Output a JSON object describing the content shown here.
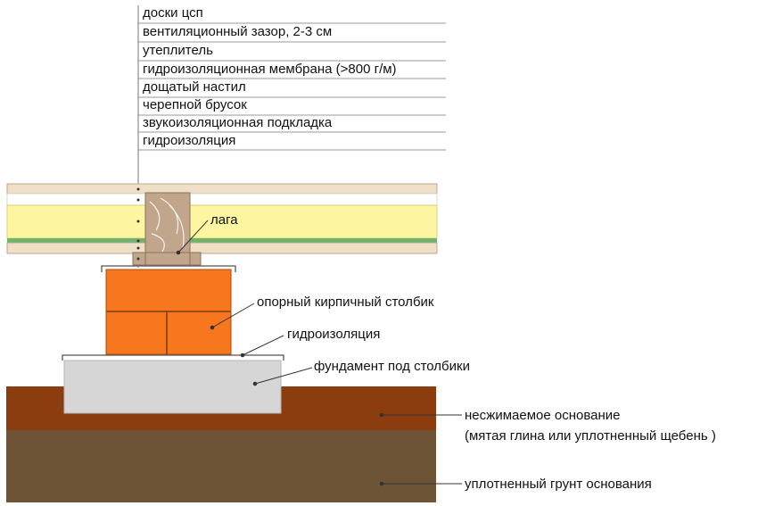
{
  "layers_legend": {
    "items": [
      "доски цсп",
      "вентиляционный зазор, 2-3 см",
      "утеплитель",
      "гидроизоляционная мембрана (>800 г/м)",
      "дощатый настил",
      "черепной брусок",
      "звукоизоляционная подкладка",
      "гидроизоляция"
    ]
  },
  "callouts": {
    "joist": "лага",
    "brick_pillar": "опорный кирпичный столбик",
    "waterproofing": "гидроизоляция",
    "foundation": "фундамент под столбики",
    "base_line1": "несжимаемое основание",
    "base_line2": "(мятая глина или уплотненный щебень )",
    "compacted_soil": "уплотненный грунт основания"
  },
  "colors": {
    "board_top": "#eedfc6",
    "insulation": "#fdf59f",
    "membrane": "#6fb46a",
    "joist": "#c1a68c",
    "brick": "#f7771e",
    "foundation": "#d6d6d6",
    "base_layer": "#8b3d0f",
    "soil": "#6d5437"
  }
}
